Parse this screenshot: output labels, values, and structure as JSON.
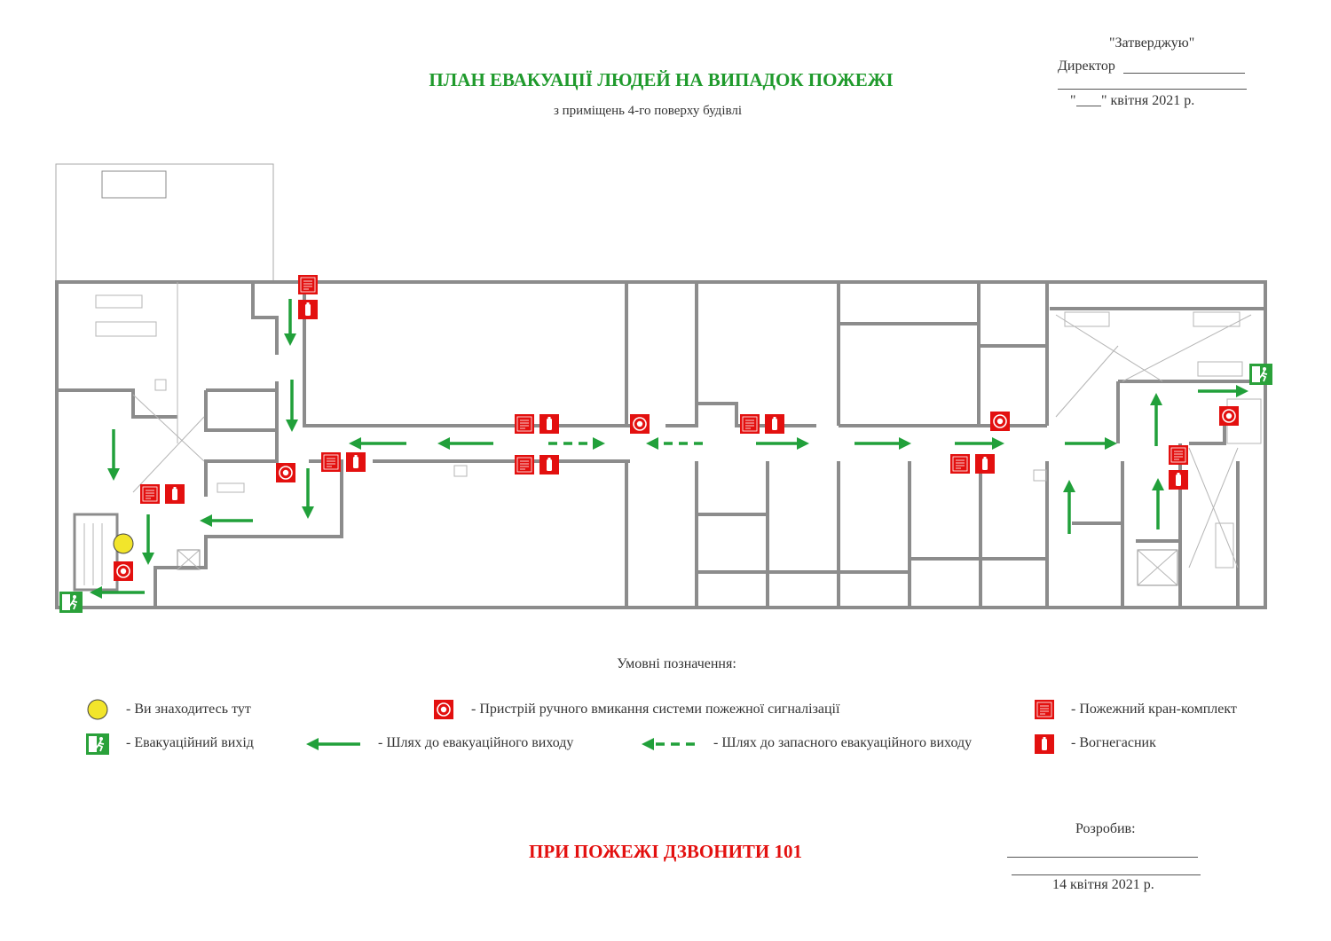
{
  "header": {
    "title": "ПЛАН ЕВАКУАЦІЇ ЛЮДЕЙ НА ВИПАДОК ПОЖЕЖІ",
    "subtitle": "з приміщень 4-го поверху будівлі"
  },
  "approval": {
    "approve": "\"Затверджую\"",
    "director": "Директор",
    "date_open": "\"",
    "date_close": "\" квітня 2021 р."
  },
  "legend": {
    "heading": "Умовні позначення:",
    "you_are_here": "- Ви знаходитесь тут",
    "emergency_exit": "- Евакуаційний вихід",
    "alarm_device": "- Пристрій ручного вмикання системи пожежної сигналізації",
    "evac_path": "- Шлях до евакуаційного виходу",
    "reserve_path": "- Шлях до запасного евакуаційного виходу",
    "hydrant": "- Пожежний кран-комплект",
    "extinguisher": "- Вогнегасник"
  },
  "footer": {
    "call": "ПРИ ПОЖЕЖІ ДЗВОНИТИ 101",
    "developed_by": "Розробив:",
    "date": "14 квітня 2021 р."
  },
  "colors": {
    "title_green": "#1f9a2c",
    "arrow_green": "#21a03a",
    "fire_red": "#e3100f",
    "exit_green": "#2aa13a",
    "here_yellow": "#f2e52b",
    "wall_gray": "#8c8c8c",
    "thin_gray": "#b5b5b5"
  },
  "icons": [
    "you-are-here-icon",
    "emergency-exit-icon",
    "alarm-device-icon",
    "hydrant-icon",
    "extinguisher-icon",
    "arrow-icon"
  ]
}
